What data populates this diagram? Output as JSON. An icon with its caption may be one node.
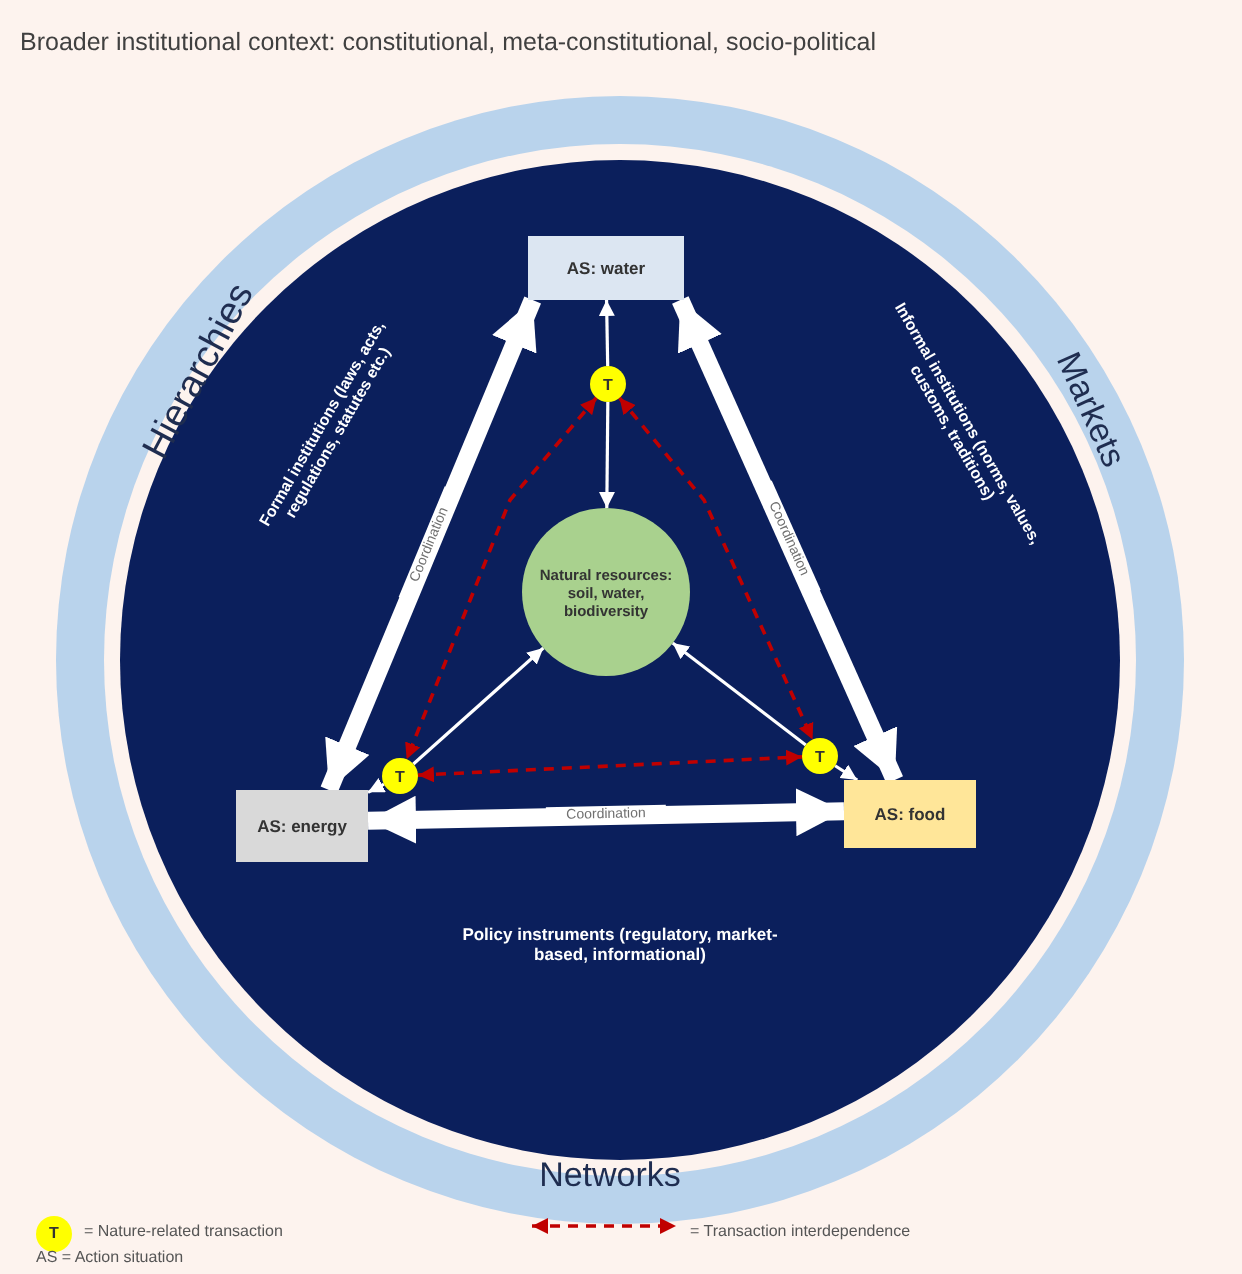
{
  "diagram": {
    "title": "Broader institutional context: constitutional, meta-constitutional, socio-political",
    "nodes": [
      {
        "text": [
          "AS: water"
        ]
      },
      {
        "text": [
          "AS: energy"
        ]
      },
      {
        "text": [
          "AS: food"
        ]
      },
      {
        "text": [
          "Natural resources: soil, water, biodiversity"
        ]
      },
      {
        "text": [
          "T"
        ]
      },
      {
        "text": [
          "T"
        ]
      },
      {
        "text": [
          "T"
        ]
      }
    ],
    "edges": [
      {
        "from": 1,
        "to": 0,
        "arrow": "both",
        "style": "thick",
        "label": "Coordination"
      },
      {
        "from": 0,
        "to": 2,
        "arrow": "both",
        "style": "thick",
        "label": "Coordination"
      },
      {
        "from": 1,
        "to": 2,
        "arrow": "both",
        "style": "thick",
        "label": "Coordination"
      },
      {
        "from": 4,
        "to": 0,
        "arrow": "to"
      },
      {
        "from": 4,
        "to": 3,
        "arrow": "to"
      },
      {
        "from": 5,
        "to": 3,
        "arrow": "to"
      },
      {
        "from": 5,
        "to": 1,
        "arrow": "to"
      },
      {
        "from": 6,
        "to": 3,
        "arrow": "to"
      },
      {
        "from": 6,
        "to": 2,
        "arrow": "to"
      },
      {
        "from": 4,
        "to": 5,
        "arrow": "both",
        "style": "dashed",
        "color": "#c00000"
      },
      {
        "from": 4,
        "to": 6,
        "arrow": "both",
        "style": "dashed",
        "color": "#c00000"
      },
      {
        "from": 5,
        "to": 6,
        "arrow": "both",
        "style": "dashed",
        "color": "#c00000"
      }
    ],
    "labels": [
      "Hierarchies",
      "Markets",
      "Formal institutions (laws, acts, regulations, statutes etc.)",
      "Informal institutions (norms, values, customs, traditions)",
      "Policy instruments (regulatory, market-based, informational)",
      "Networks",
      "T",
      "AS = Action situation"
    ],
    "legend": [
      {
        "text": "= Nature-related transaction"
      },
      {
        "text": "= Transaction interdependence"
      }
    ]
  }
}
